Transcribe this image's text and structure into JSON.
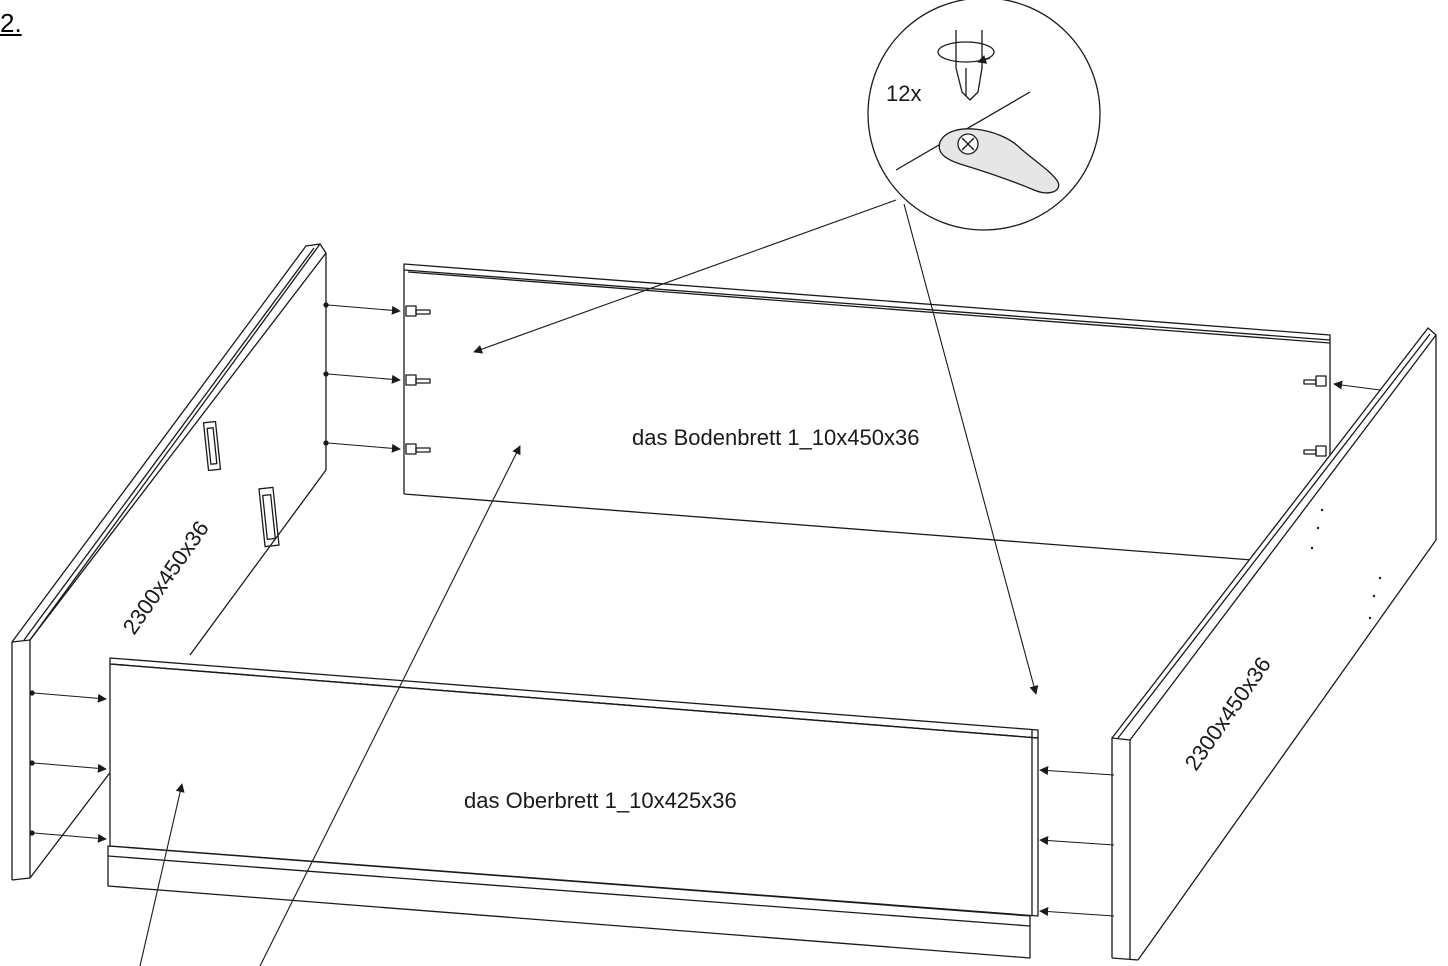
{
  "step_number": "2.",
  "detail_callout": {
    "quantity": "12x"
  },
  "panels": {
    "bottom_board": "das Bodenbrett 1_10x450x36",
    "top_board": "das Oberbrett 1_10x425x36",
    "left_side": "2300x450x36",
    "right_side": "2300x450x36"
  },
  "colors": {
    "line": "#1a1a1a",
    "background": "#ffffff"
  }
}
